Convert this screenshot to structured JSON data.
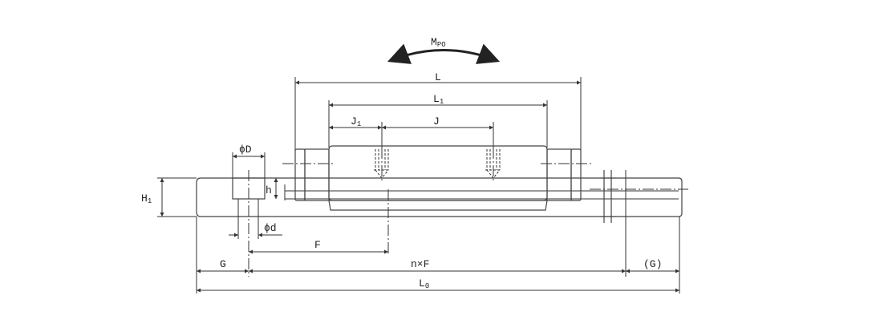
{
  "diagram": {
    "labels": {
      "moment": "M",
      "moment_sub": "PO",
      "L": "L",
      "L1": "L",
      "L1_sub": "1",
      "J1": "J",
      "J1_sub": "1",
      "J": "J",
      "phiD": "ϕD",
      "h": "h",
      "H1": "H",
      "H1_sub": "1",
      "phid": "ϕd",
      "F": "F",
      "G": "G",
      "nF": "n×F",
      "G_paren": "(G)",
      "L0": "L",
      "L0_sub": "0"
    }
  }
}
